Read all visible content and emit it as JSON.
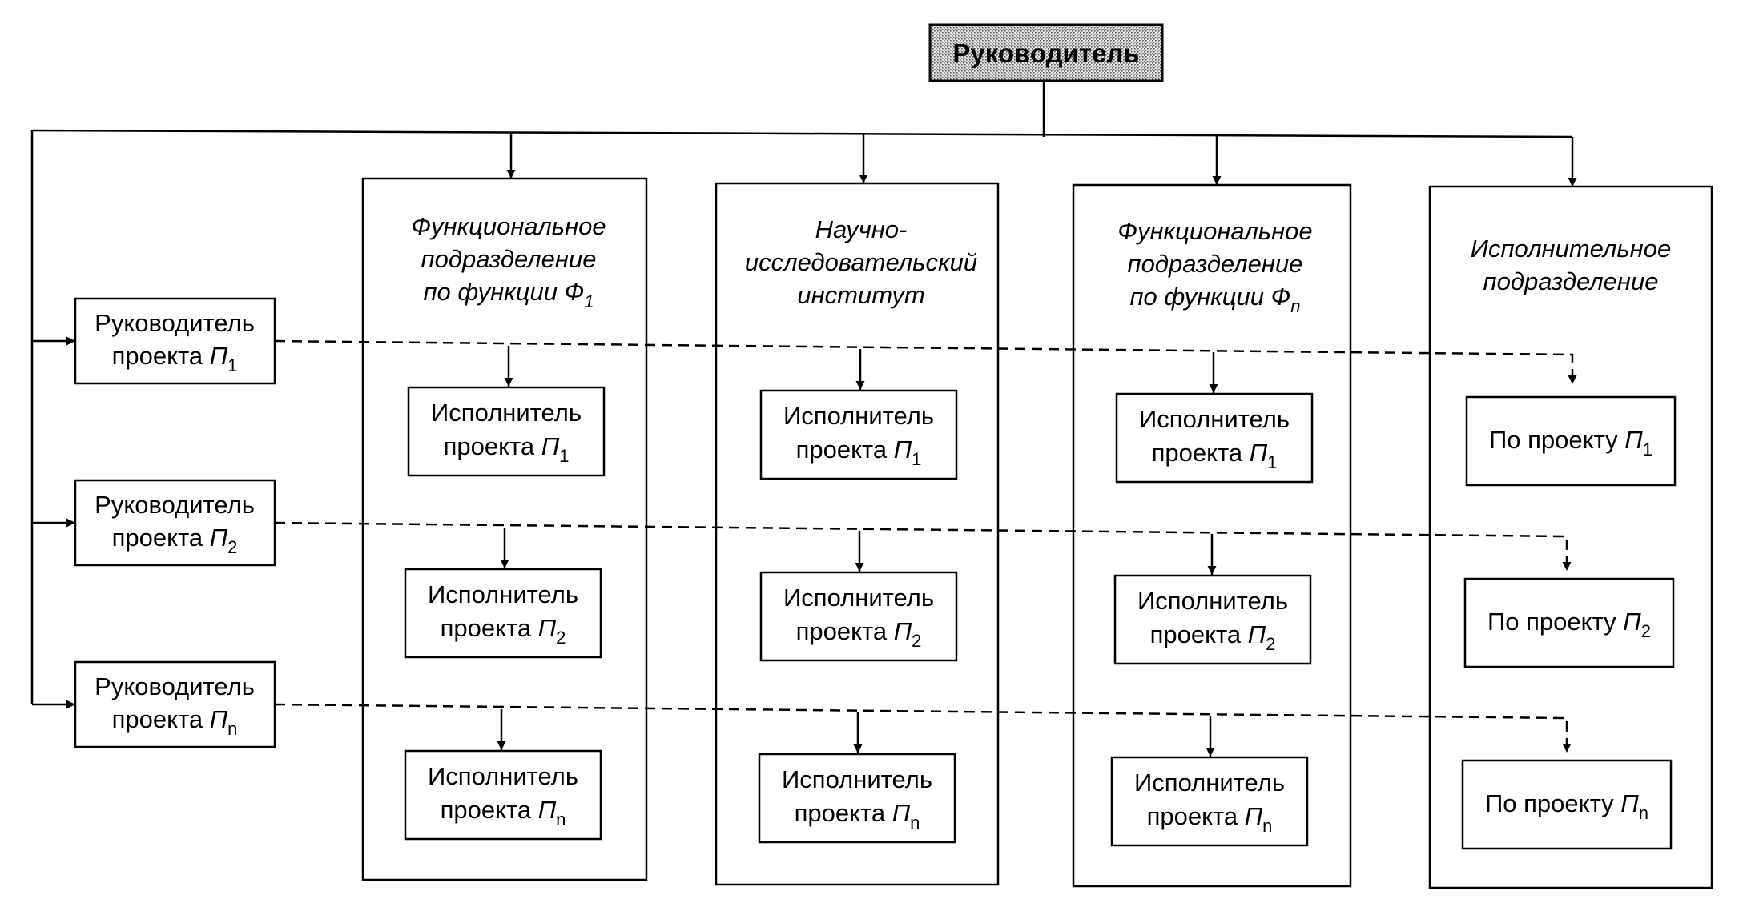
{
  "top": {
    "label": "Руководитель"
  },
  "managers": [
    {
      "line1": "Руководитель",
      "line2": "проекта",
      "sym": "П",
      "sub": "1"
    },
    {
      "line1": "Руководитель",
      "line2": "проекта",
      "sym": "П",
      "sub": "2"
    },
    {
      "line1": "Руководитель",
      "line2": "проекта",
      "sym": "П",
      "sub": "n"
    }
  ],
  "columns": [
    {
      "heading": [
        "Функциональное",
        "подразделение",
        "по функции Ф"
      ],
      "heading_sub": "1",
      "items": [
        {
          "line1": "Исполнитель",
          "line2": "проекта",
          "sym": "П",
          "sub": "1"
        },
        {
          "line1": "Исполнитель",
          "line2": "проекта",
          "sym": "П",
          "sub": "2"
        },
        {
          "line1": "Исполнитель",
          "line2": "проекта",
          "sym": "П",
          "sub": "n"
        }
      ]
    },
    {
      "heading": [
        "Научно-",
        "исследовательский",
        "институт"
      ],
      "heading_sub": "",
      "items": [
        {
          "line1": "Исполнитель",
          "line2": "проекта",
          "sym": "П",
          "sub": "1"
        },
        {
          "line1": "Исполнитель",
          "line2": "проекта",
          "sym": "П",
          "sub": "2"
        },
        {
          "line1": "Исполнитель",
          "line2": "проекта",
          "sym": "П",
          "sub": "n"
        }
      ]
    },
    {
      "heading": [
        "Функциональное",
        "подразделение",
        "по функции Ф"
      ],
      "heading_sub": "n",
      "items": [
        {
          "line1": "Исполнитель",
          "line2": "проекта",
          "sym": "П",
          "sub": "1"
        },
        {
          "line1": "Исполнитель",
          "line2": "проекта",
          "sym": "П",
          "sub": "2"
        },
        {
          "line1": "Исполнитель",
          "line2": "проекта",
          "sym": "П",
          "sub": "n"
        }
      ]
    },
    {
      "heading": [
        "Исполнительное",
        "подразделение"
      ],
      "heading_sub": "",
      "items": [
        {
          "line1": "",
          "line2": "По проекту",
          "sym": "П",
          "sub": "1"
        },
        {
          "line1": "",
          "line2": "По проекту",
          "sym": "П",
          "sub": "2"
        },
        {
          "line1": "",
          "line2": "По проекту",
          "sym": "П",
          "sub": "n"
        }
      ]
    }
  ]
}
